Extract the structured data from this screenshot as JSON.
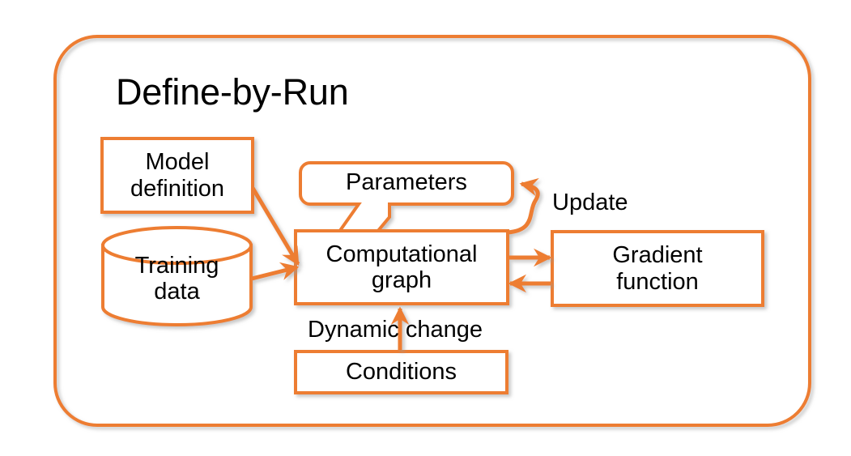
{
  "title": "Define-by-Run",
  "colors": {
    "accent": "#ED7D31",
    "text": "#000000",
    "background": "#FFFFFF",
    "shadow": "#BFBFBF"
  },
  "nodes": {
    "model_definition": {
      "label": "Model\ndefinition",
      "shape": "rectangle"
    },
    "training_data": {
      "label": "Training\ndata",
      "shape": "cylinder"
    },
    "computational_graph": {
      "label": "Computational\ngraph",
      "shape": "rectangle"
    },
    "parameters": {
      "label": "Parameters",
      "shape": "rounded-callout"
    },
    "gradient_function": {
      "label": "Gradient\nfunction",
      "shape": "rectangle"
    },
    "conditions": {
      "label": "Conditions",
      "shape": "rectangle"
    }
  },
  "edge_labels": {
    "update": "Update",
    "dynamic_change": "Dynamic change"
  },
  "edges": [
    {
      "name": "model-definition-to-computational-graph",
      "from": "model_definition",
      "to": "computational_graph",
      "label": ""
    },
    {
      "name": "training-data-to-computational-graph",
      "from": "training_data",
      "to": "computational_graph",
      "label": ""
    },
    {
      "name": "computational-graph-to-gradient-function",
      "from": "computational_graph",
      "to": "gradient_function",
      "label": ""
    },
    {
      "name": "gradient-function-to-computational-graph",
      "from": "gradient_function",
      "to": "computational_graph",
      "label": ""
    },
    {
      "name": "computational-graph-to-parameters",
      "from": "computational_graph",
      "to": "parameters",
      "label": "Update"
    },
    {
      "name": "conditions-to-computational-graph",
      "from": "conditions",
      "to": "computational_graph",
      "label": "Dynamic change"
    }
  ]
}
